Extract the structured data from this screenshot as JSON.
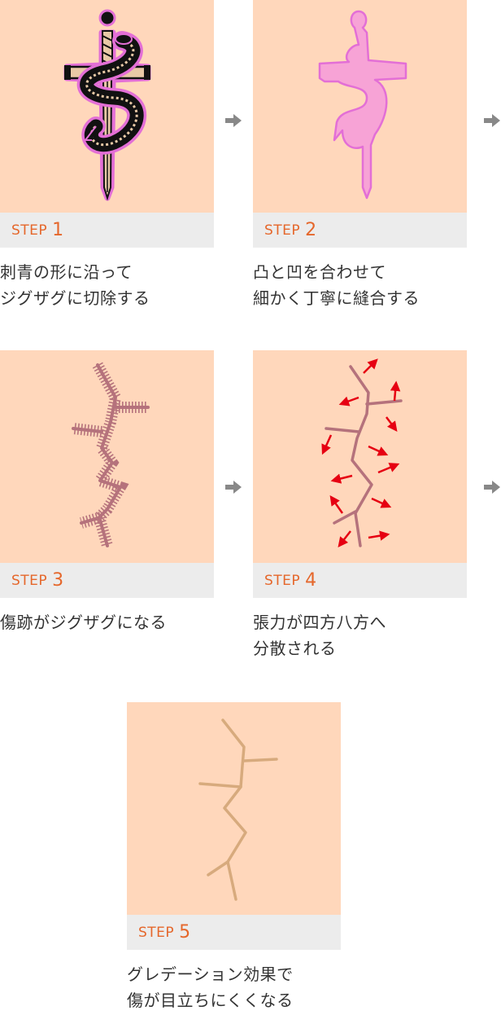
{
  "steps": [
    {
      "label": "STEP",
      "number": "1",
      "caption": [
        "刺青の形に沿って",
        "ジグザグに切除する"
      ]
    },
    {
      "label": "STEP",
      "number": "2",
      "caption": [
        "凸と凹を合わせて",
        "細かく丁寧に縫合する"
      ]
    },
    {
      "label": "STEP",
      "number": "3",
      "caption": [
        "傷跡がジグザグになる"
      ]
    },
    {
      "label": "STEP",
      "number": "4",
      "caption": [
        "張力が四方八方へ",
        "分散される"
      ]
    },
    {
      "label": "STEP",
      "number": "5",
      "caption": [
        "グレデーション効果で",
        "傷が目立ちにくくなる"
      ]
    }
  ],
  "colors": {
    "panel_bg": "#ffd7bb",
    "label_bar": "#ececec",
    "step_text": "#e5672b",
    "caption_text": "#333333",
    "tattoo_outline": "#e36fd6",
    "pink_fill": "#f7a3d6",
    "scar": "#b5727c",
    "tension_arrow": "#e60012",
    "faded_scar": "#d3a677",
    "connector_arrow": "#888888"
  },
  "icons": {
    "step1": "dagger-snake-tattoo-illustration",
    "step2": "pink-tattoo-silhouette",
    "step3": "zigzag-suture-scar",
    "step4": "scar-with-tension-arrows",
    "step5": "faded-zigzag-scar",
    "connector": "right-arrow-icon"
  }
}
